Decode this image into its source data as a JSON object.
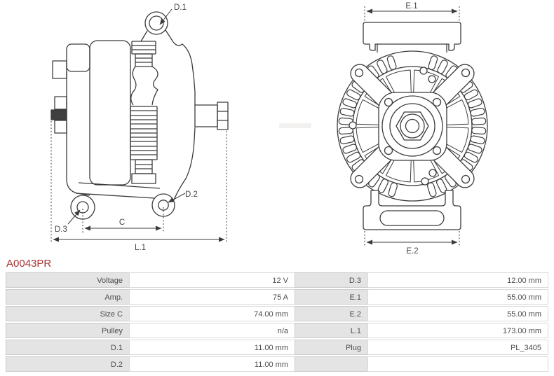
{
  "title": {
    "part_number": "A0043PR"
  },
  "diagram": {
    "side_view": {
      "d1_label": "D.1",
      "d2_label": "D.2",
      "d3_label": "D.3",
      "c_label": "C",
      "l1_label": "L.1"
    },
    "front_view": {
      "e1_label": "E.1",
      "e2_label": "E.2"
    }
  },
  "spec_table": {
    "rows": [
      {
        "label_left": "Voltage",
        "value_left": "12 V",
        "label_right": "D.3",
        "value_right": "12.00 mm"
      },
      {
        "label_left": "Amp.",
        "value_left": "75 A",
        "label_right": "E.1",
        "value_right": "55.00 mm"
      },
      {
        "label_left": "Size C",
        "value_left": "74.00 mm",
        "label_right": "E.2",
        "value_right": "55.00 mm"
      },
      {
        "label_left": "Pulley",
        "value_left": "n/a",
        "label_right": "L.1",
        "value_right": "173.00 mm"
      },
      {
        "label_left": "D.1",
        "value_left": "11.00 mm",
        "label_right": "Plug",
        "value_right": "PL_3405"
      },
      {
        "label_left": "D.2",
        "value_left": "11.00 mm",
        "label_right": "",
        "value_right": ""
      }
    ]
  },
  "colors": {
    "accent": "#a43333",
    "line": "#3b3b3b",
    "label_cell_bg": "#e4e4e4",
    "cell_border": "#dadada",
    "text": "#4d4d4d"
  }
}
